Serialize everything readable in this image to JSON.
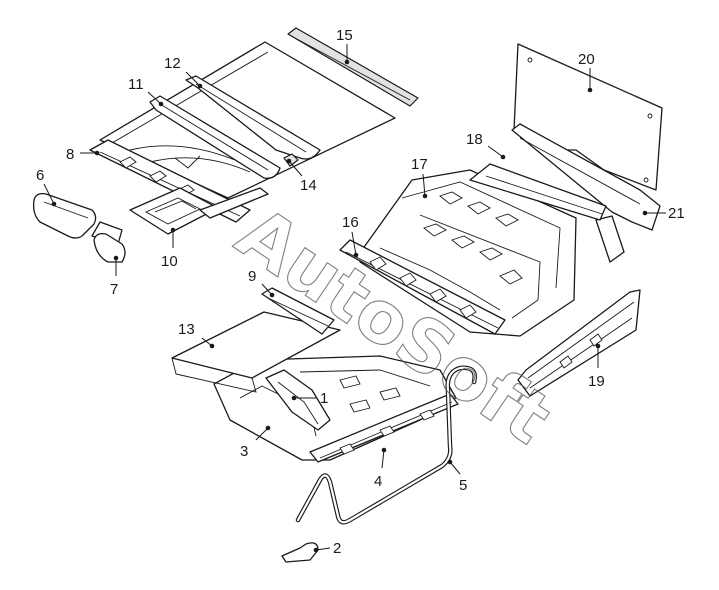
{
  "watermark": "AutoSoft",
  "callouts": [
    {
      "id": "1",
      "label": "1"
    },
    {
      "id": "2",
      "label": "2"
    },
    {
      "id": "3",
      "label": "3"
    },
    {
      "id": "4",
      "label": "4"
    },
    {
      "id": "5",
      "label": "5"
    },
    {
      "id": "6",
      "label": "6"
    },
    {
      "id": "7",
      "label": "7"
    },
    {
      "id": "8",
      "label": "8"
    },
    {
      "id": "9",
      "label": "9"
    },
    {
      "id": "10",
      "label": "10"
    },
    {
      "id": "11",
      "label": "11"
    },
    {
      "id": "12",
      "label": "12"
    },
    {
      "id": "13",
      "label": "13"
    },
    {
      "id": "14",
      "label": "14"
    },
    {
      "id": "15",
      "label": "15"
    },
    {
      "id": "16",
      "label": "16"
    },
    {
      "id": "17",
      "label": "17"
    },
    {
      "id": "18",
      "label": "18"
    },
    {
      "id": "19",
      "label": "19"
    },
    {
      "id": "20",
      "label": "20"
    },
    {
      "id": "21",
      "label": "21"
    }
  ]
}
